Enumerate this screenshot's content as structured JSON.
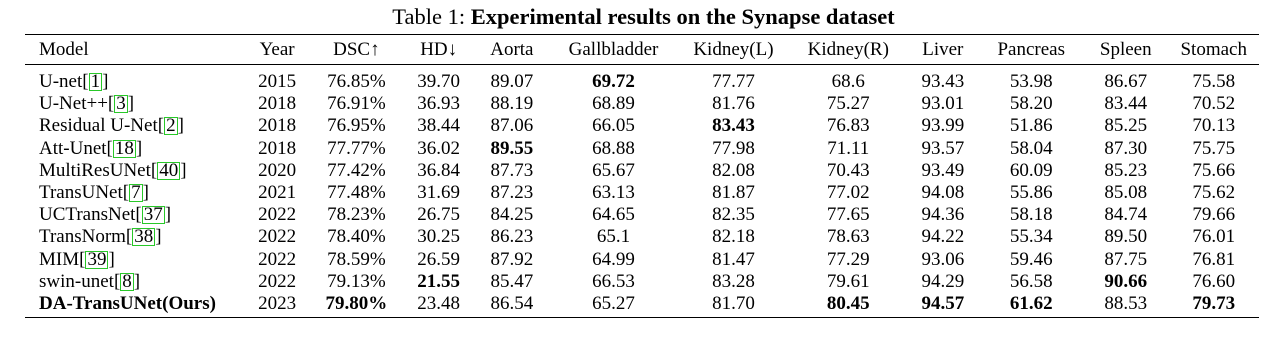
{
  "caption": {
    "prefix": "Table 1:",
    "title": "Experimental results on the Synapse dataset"
  },
  "columns": [
    "Model",
    "Year",
    "DSC↑",
    "HD↓",
    "Aorta",
    "Gallbladder",
    "Kidney(L)",
    "Kidney(R)",
    "Liver",
    "Pancreas",
    "Spleen",
    "Stomach"
  ],
  "rows": [
    {
      "model": "U-net",
      "ref": "1",
      "cells": [
        "2015",
        "76.85%",
        "39.70",
        "89.07",
        "69.72",
        "77.77",
        "68.6",
        "93.43",
        "53.98",
        "86.67",
        "75.58"
      ],
      "bold": [
        4
      ]
    },
    {
      "model": "U-Net++",
      "ref": "3",
      "cells": [
        "2018",
        "76.91%",
        "36.93",
        "88.19",
        "68.89",
        "81.76",
        "75.27",
        "93.01",
        "58.20",
        "83.44",
        "70.52"
      ],
      "bold": []
    },
    {
      "model": "Residual U-Net",
      "ref": "2",
      "cells": [
        "2018",
        "76.95%",
        "38.44",
        "87.06",
        "66.05",
        "83.43",
        "76.83",
        "93.99",
        "51.86",
        "85.25",
        "70.13"
      ],
      "bold": [
        5
      ]
    },
    {
      "model": "Att-Unet",
      "ref": "18",
      "cells": [
        "2018",
        "77.77%",
        "36.02",
        "89.55",
        "68.88",
        "77.98",
        "71.11",
        "93.57",
        "58.04",
        "87.30",
        "75.75"
      ],
      "bold": [
        3
      ]
    },
    {
      "model": "MultiResUNet",
      "ref": "40",
      "cells": [
        "2020",
        "77.42%",
        "36.84",
        "87.73",
        "65.67",
        "82.08",
        "70.43",
        "93.49",
        "60.09",
        "85.23",
        "75.66"
      ],
      "bold": []
    },
    {
      "model": "TransUNet",
      "ref": "7",
      "cells": [
        "2021",
        "77.48%",
        "31.69",
        "87.23",
        "63.13",
        "81.87",
        "77.02",
        "94.08",
        "55.86",
        "85.08",
        "75.62"
      ],
      "bold": []
    },
    {
      "model": "UCTransNet",
      "ref": "37",
      "cells": [
        "2022",
        "78.23%",
        "26.75",
        "84.25",
        "64.65",
        "82.35",
        "77.65",
        "94.36",
        "58.18",
        "84.74",
        "79.66"
      ],
      "bold": []
    },
    {
      "model": "TransNorm",
      "ref": "38",
      "cells": [
        "2022",
        "78.40%",
        "30.25",
        "86.23",
        "65.1",
        "82.18",
        "78.63",
        "94.22",
        "55.34",
        "89.50",
        "76.01"
      ],
      "bold": []
    },
    {
      "model": "MIM",
      "ref": "39",
      "cells": [
        "2022",
        "78.59%",
        "26.59",
        "87.92",
        "64.99",
        "81.47",
        "77.29",
        "93.06",
        "59.46",
        "87.75",
        "76.81"
      ],
      "bold": []
    },
    {
      "model": "swin-unet",
      "ref": "8",
      "cells": [
        "2022",
        "79.13%",
        "21.55",
        "85.47",
        "66.53",
        "83.28",
        "79.61",
        "94.29",
        "56.58",
        "90.66",
        "76.60"
      ],
      "bold": [
        2,
        9
      ]
    },
    {
      "model": "DA-TransUNet(Ours)",
      "ref": "",
      "modelBold": true,
      "cells": [
        "2023",
        "79.80%",
        "23.48",
        "86.54",
        "65.27",
        "81.70",
        "80.45",
        "94.57",
        "61.62",
        "88.53",
        "79.73"
      ],
      "bold": [
        1,
        6,
        7,
        8,
        10
      ]
    }
  ]
}
